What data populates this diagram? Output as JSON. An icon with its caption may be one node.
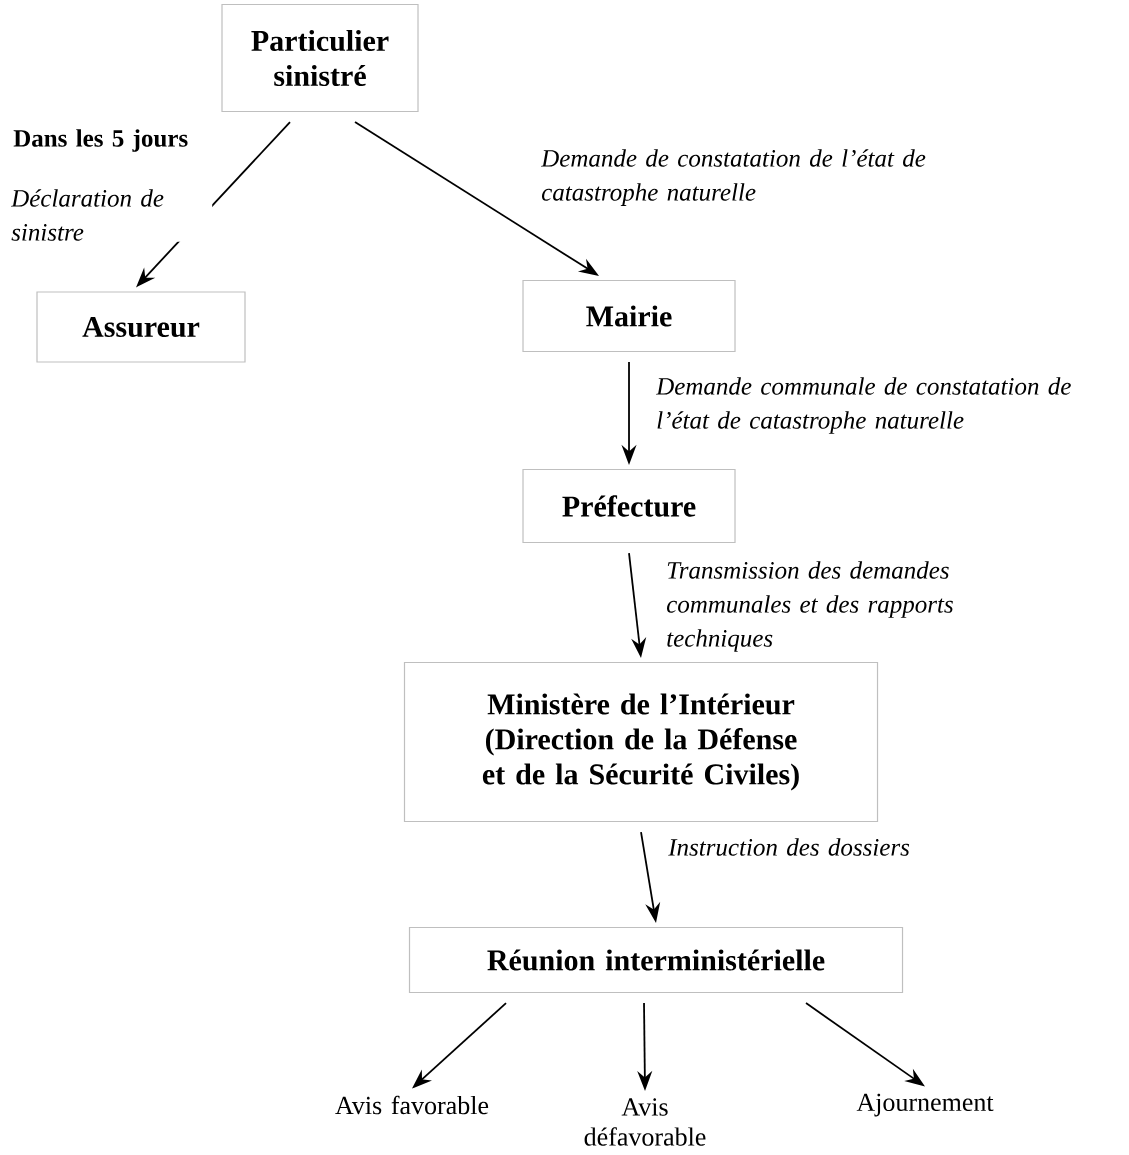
{
  "diagram": {
    "nodes": [
      {
        "text": [
          "Particulier sinistré"
        ]
      },
      {
        "text": [
          "Assureur"
        ]
      },
      {
        "text": [
          "Mairie"
        ]
      },
      {
        "text": [
          "Préfecture"
        ]
      },
      {
        "text": [
          "Ministère de l’Intérieur (Direction de la Défense et de la Sécurité Civiles)"
        ]
      },
      {
        "text": [
          "Réunion interministérielle"
        ]
      },
      {
        "text": [
          "Avis favorable"
        ]
      },
      {
        "text": [
          "Avis défavorable"
        ]
      },
      {
        "text": [
          "Ajournement"
        ]
      }
    ],
    "edges": [
      {
        "from": 0,
        "to": 1,
        "arrow": "to",
        "label": "Déclaration de sinistre"
      },
      {
        "from": 0,
        "to": 2,
        "arrow": "to",
        "label": "Demande de constatation de l’état de catastrophe naturelle"
      },
      {
        "from": 2,
        "to": 3,
        "arrow": "to",
        "label": "Demande communale de constatation de l’état de catastrophe naturelle"
      },
      {
        "from": 3,
        "to": 4,
        "arrow": "to",
        "label": "Transmission des demandes communales et des rapports techniques"
      },
      {
        "from": 4,
        "to": 5,
        "arrow": "to",
        "label": "Instruction des dossiers"
      },
      {
        "from": 5,
        "to": 6,
        "arrow": "to"
      },
      {
        "from": 5,
        "to": 7,
        "arrow": "to"
      },
      {
        "from": 5,
        "to": 8,
        "arrow": "to"
      }
    ],
    "labels": [
      "Dans les 5 jours"
    ]
  }
}
